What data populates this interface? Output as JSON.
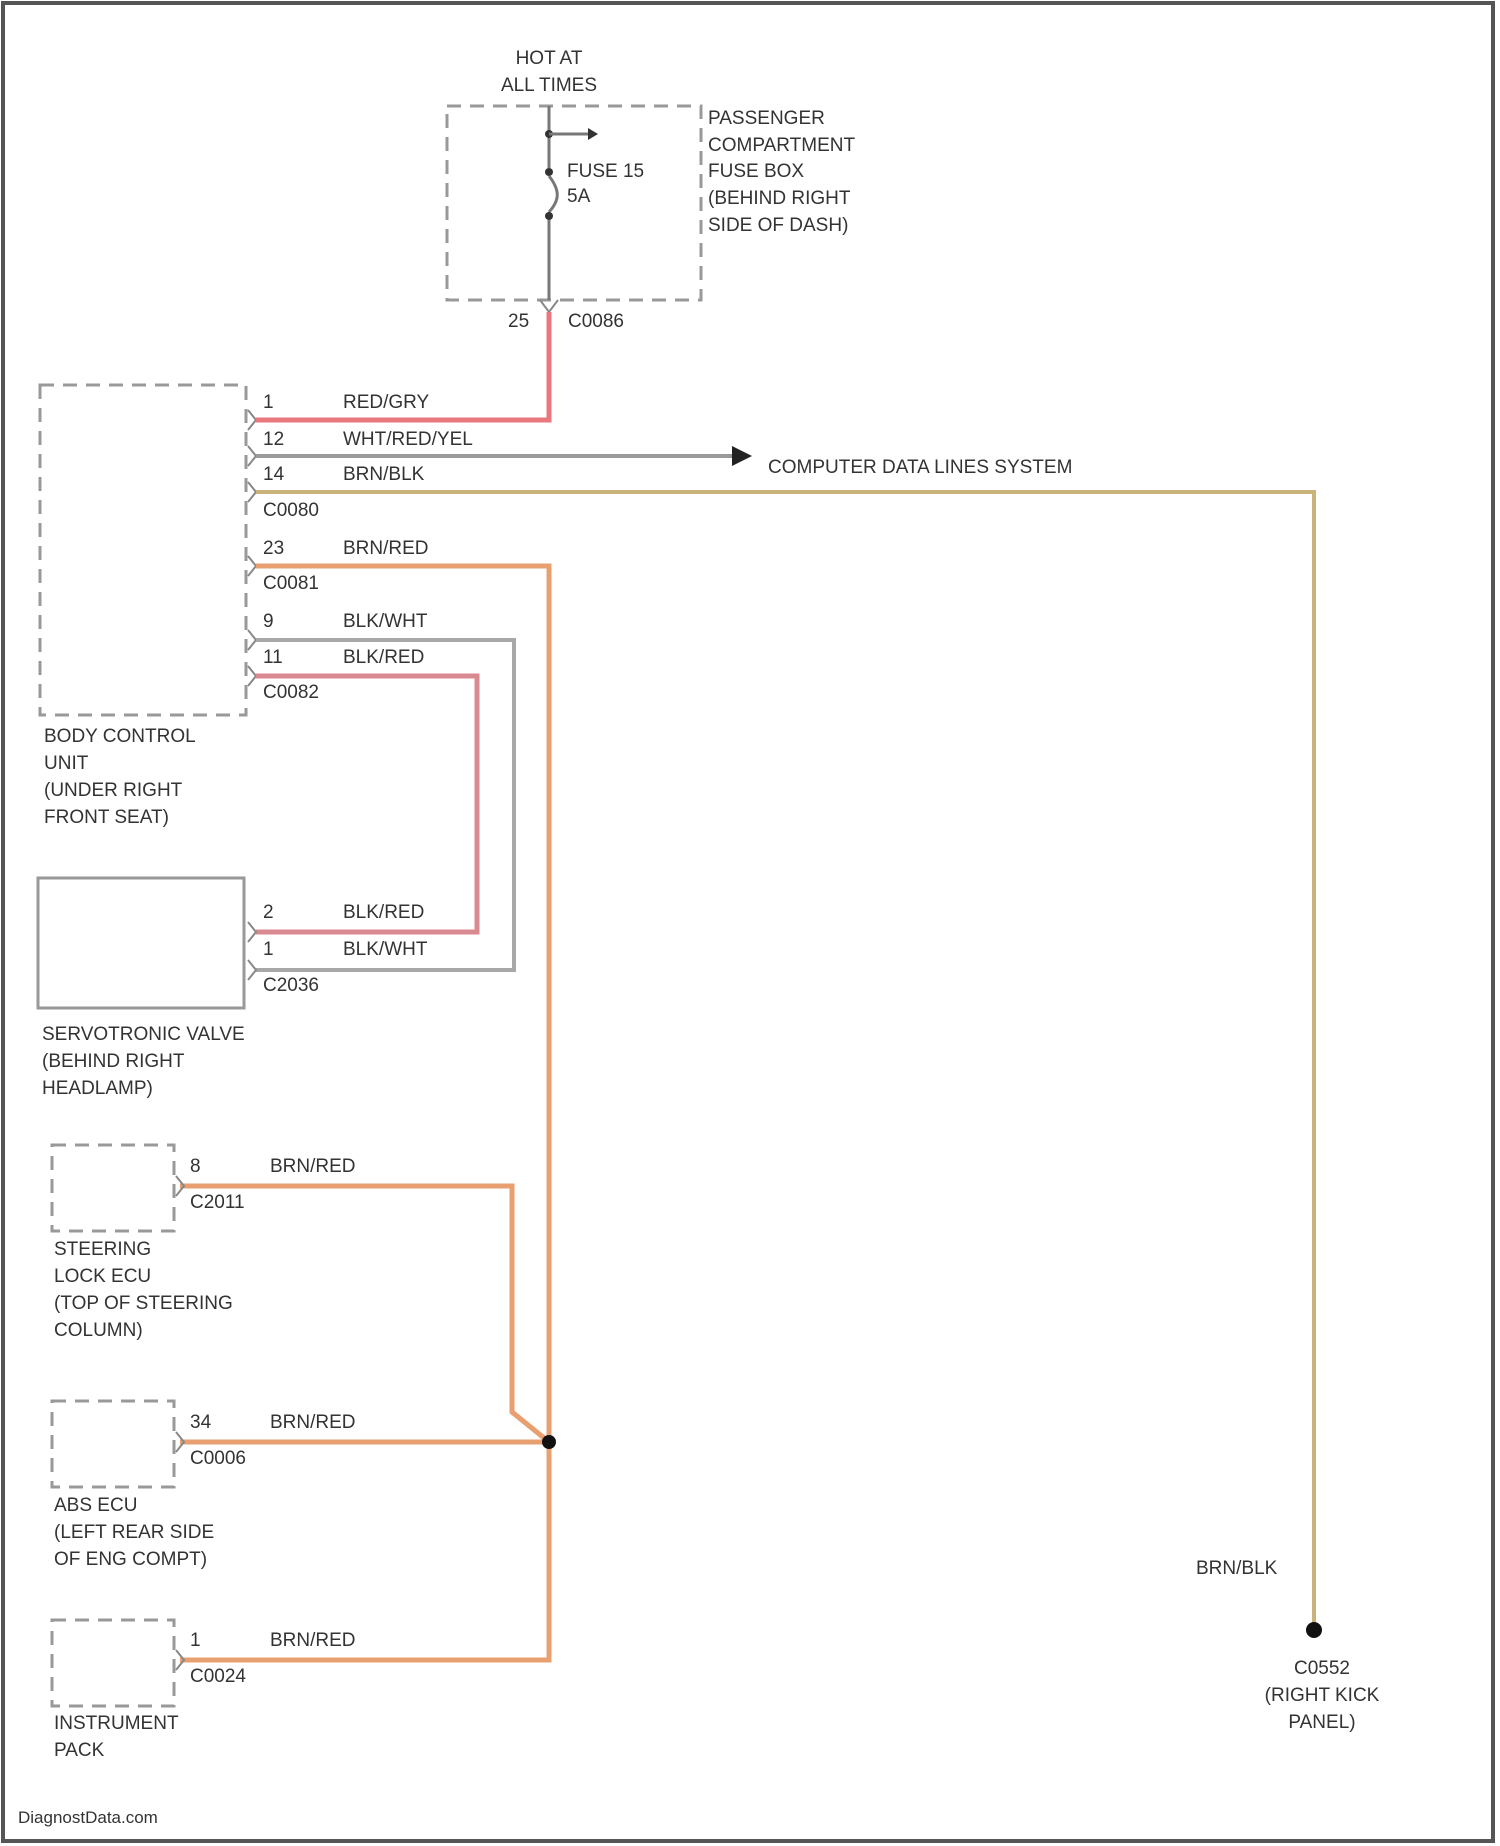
{
  "fuse_box": {
    "hot_line1": "HOT AT",
    "hot_line2": "ALL TIMES",
    "fuse_line1": "FUSE 15",
    "fuse_line2": "5A",
    "label": [
      "PASSENGER",
      "COMPARTMENT",
      "FUSE BOX",
      "(BEHIND RIGHT",
      "SIDE OF DASH)"
    ],
    "pin": "25",
    "connector": "C0086"
  },
  "body_control_unit": {
    "label": [
      "BODY CONTROL",
      "UNIT",
      "(UNDER RIGHT",
      "FRONT SEAT)"
    ],
    "pins": [
      {
        "pin": "1",
        "wire": "RED/GRY"
      },
      {
        "pin": "12",
        "wire": "WHT/RED/YEL"
      },
      {
        "pin": "14",
        "wire": "BRN/BLK"
      },
      {
        "pin": "23",
        "wire": "BRN/RED"
      },
      {
        "pin": "9",
        "wire": "BLK/WHT"
      },
      {
        "pin": "11",
        "wire": "BLK/RED"
      }
    ],
    "connectors": [
      "C0080",
      "C0081",
      "C0082"
    ]
  },
  "data_lines": {
    "label": "COMPUTER DATA LINES SYSTEM"
  },
  "servotronic_valve": {
    "label": [
      "SERVOTRONIC VALVE",
      "(BEHIND RIGHT",
      "HEADLAMP)"
    ],
    "pins": [
      {
        "pin": "2",
        "wire": "BLK/RED"
      },
      {
        "pin": "1",
        "wire": "BLK/WHT"
      }
    ],
    "connector": "C2036"
  },
  "steering_lock": {
    "label": [
      "STEERING",
      "LOCK ECU",
      "(TOP OF STEERING",
      "COLUMN)"
    ],
    "pin": "8",
    "wire": "BRN/RED",
    "connector": "C2011"
  },
  "abs_ecu": {
    "label": [
      "ABS ECU",
      "(LEFT REAR SIDE",
      "OF ENG COMPT)"
    ],
    "pin": "34",
    "wire": "BRN/RED",
    "connector": "C0006"
  },
  "instrument_pack": {
    "label": [
      "INSTRUMENT",
      "PACK"
    ],
    "pin": "1",
    "wire": "BRN/RED",
    "connector": "C0024"
  },
  "ground": {
    "wire": "BRN/BLK",
    "label": [
      "C0552",
      "(RIGHT KICK",
      "PANEL)"
    ]
  },
  "footer": {
    "source": "DiagnostData.com"
  },
  "colors": {
    "red_gry": "#e8787e",
    "wht_red_yel": "#9a9a9a",
    "brn_blk": "#c8b47a",
    "brn_red": "#e8a070",
    "blk_red": "#d88a90",
    "blk_wht": "#a8a8a8",
    "dash": "#999999"
  }
}
